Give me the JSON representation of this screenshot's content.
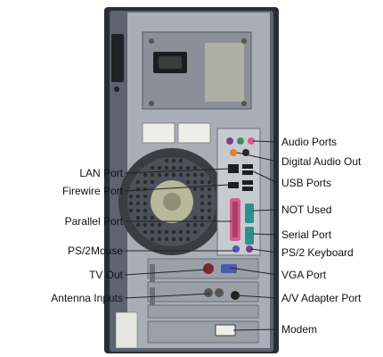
{
  "colors": {
    "case_dark": "#2a2d33",
    "case_mid": "#5d6470",
    "panel": "#a9aeb6",
    "panel_light": "#c7cbd1",
    "psu": "#8a8f98",
    "fan_grille": "#3a3d42",
    "fan_blade": "#b8b89a",
    "leader": "#222222",
    "port_purple": "#7a3f86",
    "port_green": "#3f8a62",
    "port_pink": "#d85a8c",
    "port_orange": "#d9822b",
    "port_teal": "#2f8f8c",
    "slot_cover": "#9aa0a8",
    "sticker": "#eeeeea"
  },
  "labels": {
    "left": [
      {
        "id": "lan-port",
        "text": "LAN Port"
      },
      {
        "id": "firewire-port",
        "text": "Firewire Port"
      },
      {
        "id": "parallel-port",
        "text": "Parallel Port"
      },
      {
        "id": "ps2-mouse",
        "text": "PS/2Mouse"
      },
      {
        "id": "tv-out",
        "text": "TV Out"
      },
      {
        "id": "antenna-inputs",
        "text": "Antenna Inputs"
      }
    ],
    "right": [
      {
        "id": "audio-ports",
        "text": "Audio Ports"
      },
      {
        "id": "digital-audio-out",
        "text": "Digital Audio Out"
      },
      {
        "id": "usb-ports",
        "text": "USB Ports"
      },
      {
        "id": "not-used",
        "text": "NOT Used"
      },
      {
        "id": "serial-port",
        "text": "Serial Port"
      },
      {
        "id": "ps2-keyboard",
        "text": "PS/2 Keyboard"
      },
      {
        "id": "vga-port",
        "text": "VGA Port"
      },
      {
        "id": "av-adapter-port",
        "text": "A/V Adapter Port"
      },
      {
        "id": "modem",
        "text": "Modem"
      }
    ]
  }
}
